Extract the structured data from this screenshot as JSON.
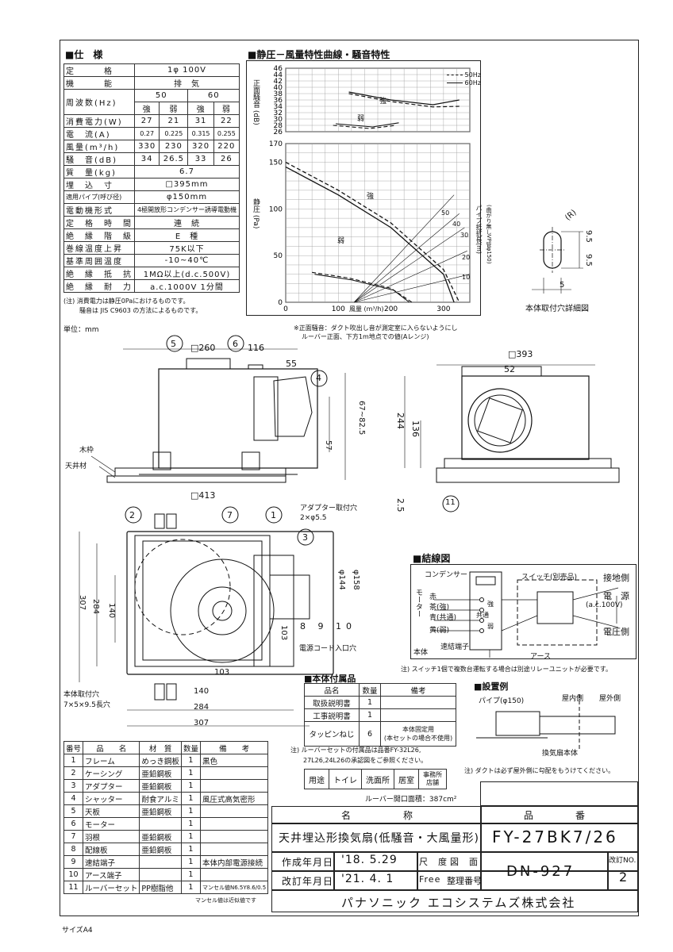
{
  "spec": {
    "title": "■仕　様",
    "rows": [
      {
        "label": "定　　　格",
        "value": "1φ 100V"
      },
      {
        "label": "機　　　能",
        "value": "排　気"
      },
      {
        "label": "周波数(Hz)",
        "v50": "50",
        "v60": "60"
      }
    ],
    "subheader": [
      "強",
      "弱",
      "強",
      "弱"
    ],
    "grid_rows": [
      {
        "label": "消費電力(W)",
        "values": [
          "27",
          "21",
          "31",
          "22"
        ]
      },
      {
        "label": "電　流(A)",
        "values": [
          "0.27",
          "0.225",
          "0.315",
          "0.255"
        ]
      },
      {
        "label": "風量(m³/h)",
        "values": [
          "330",
          "230",
          "320",
          "220"
        ]
      },
      {
        "label": "騒　音(dB)",
        "values": [
          "34",
          "26.5",
          "33",
          "26"
        ]
      }
    ],
    "wide_rows": [
      {
        "label": "質　量(kg)",
        "value": "6.7"
      },
      {
        "label": "埋　込　寸",
        "value": "□395mm"
      },
      {
        "label": "適用パイプ(呼び径)",
        "value": "φ150mm"
      },
      {
        "label": "電動機形式",
        "value": "4極開放形コンデンサー誘導電動機"
      },
      {
        "label": "定　格　時　間",
        "value": "連　続"
      },
      {
        "label": "絶　縁　階　級",
        "value": "E　種"
      },
      {
        "label": "巻線温度上昇",
        "value": "75K以下"
      },
      {
        "label": "基準周囲温度",
        "value": "-10~40℃"
      },
      {
        "label": "絶　縁　抵　抗",
        "value": "1MΩ以上(d.c.500V)"
      },
      {
        "label": "絶　縁　耐　力",
        "value": "a.c.1000V 1分間"
      }
    ],
    "note1": "(注) 消費電力は静圧0Paにおけるものです。",
    "note2": "騒音は JIS C9603 の方法によるものです。",
    "unit": "単位：mm"
  },
  "chart_title": "■静圧－風量特性曲線・騒音特性",
  "chart_data": [
    {
      "type": "line",
      "ylabel": "正面騒音 (dB)",
      "ylim": [
        26,
        46
      ],
      "yticks": [
        "46",
        "44",
        "42",
        "40",
        "38",
        "36",
        "34",
        "32",
        "30",
        "28",
        "26"
      ],
      "legend": [
        "50Hz",
        "60Hz"
      ],
      "labels": [
        "強",
        "弱"
      ],
      "series": [
        {
          "name": "50Hz",
          "x": [
            120,
            200,
            280,
            330
          ],
          "y": [
            38,
            35.5,
            33.8,
            34
          ]
        },
        {
          "name": "60Hz",
          "x": [
            120,
            200,
            280,
            330
          ],
          "y": [
            38.5,
            36,
            34.5,
            36
          ]
        }
      ]
    },
    {
      "type": "line",
      "xlabel": "風量 (m³/h)",
      "ylabel": "静圧 (Pa)",
      "xlim": [
        0,
        350
      ],
      "ylim": [
        0,
        170
      ],
      "xticks": [
        "0",
        "100",
        "200",
        "300"
      ],
      "yticks": [
        "170",
        "150",
        "100",
        "50",
        "0"
      ],
      "labels": [
        "強",
        "弱"
      ],
      "series": [
        {
          "name": "50Hz",
          "x": [
            0,
            100,
            200,
            300,
            330
          ],
          "y": [
            150,
            120,
            85,
            35,
            0
          ]
        },
        {
          "name": "60Hz",
          "x": [
            0,
            100,
            200,
            300,
            320
          ],
          "y": [
            145,
            115,
            80,
            30,
            0
          ]
        }
      ],
      "pipe_labels": [
        "50",
        "40",
        "30",
        "20",
        "10"
      ],
      "pipe_axis_label": "パイプ抵抗長(m)",
      "pipe_axis_sub": "(曲がり無しVP管φ150)"
    }
  ],
  "chart_note1": "※正面騒音：ダクト吹出し音が測定室に入らないようにし",
  "chart_note2": "ルーバー正面、下方1m地点での値(Aレンジ)",
  "detail": {
    "title": "本体取付穴詳細図",
    "dims": [
      "(R)",
      "9.5",
      "9.5",
      "5"
    ]
  },
  "dims": {
    "d260": "□260",
    "d116": "116",
    "d55": "55",
    "d57": "57",
    "d67": "67~82.5",
    "d413": "□413",
    "d393": "□393",
    "d52": "52",
    "d244": "244",
    "d136": "136",
    "d25": "2.5",
    "d307": "307",
    "d284": "284",
    "d140": "140",
    "d144": "φ144",
    "d158": "φ158",
    "d103": "103",
    "d103v": "103",
    "b140": "140",
    "b284": "284",
    "b307": "307"
  },
  "callouts": {
    "c5": "5",
    "c6": "6",
    "c4": "4",
    "c2": "2",
    "c7": "7",
    "c1": "1",
    "c3": "3",
    "c8": "8",
    "c9": "9",
    "c10": "10",
    "c11": "11"
  },
  "labels": {
    "mokuwaku": "木枠",
    "tenjouzai": "天井材",
    "adapter": "アダプター取付穴",
    "adapter2": "2×φ5.5",
    "power_cord": "電源コード入口穴",
    "mount_hole": "本体取付穴",
    "mount_hole2": "7×5×9.5長穴"
  },
  "wiring": {
    "title": "■結線図",
    "condenser": "コンデンサー",
    "switch": "スイッチ(別売品)",
    "ground_side": "接地側",
    "power": "電　源",
    "power_sub": "(a.c.100V)",
    "voltage_side": "電圧側",
    "motor": "モーター",
    "red": "赤",
    "brown": "茶(強)",
    "blue": "青(共通)",
    "yellow": "黄(弱)",
    "strong": "強",
    "common": "共通",
    "weak": "弱",
    "body": "本体",
    "terminal": "速結端子",
    "earth": "アース",
    "note": "注) スイッチ1個で複数台運転する場合は別途リレーユニットが必要です。"
  },
  "accessories": {
    "title": "■本体付属品",
    "headers": [
      "品名",
      "数量",
      "備考"
    ],
    "rows": [
      [
        "取扱説明書",
        "1",
        ""
      ],
      [
        "工事説明書",
        "1",
        ""
      ],
      [
        "タッピンねじ",
        "6",
        "本体固定用\n(本セットの場合不使用)"
      ]
    ],
    "note1": "注) ルーバーセットの付属品は品番FY-32L26,",
    "note2": "27L26,24L26の承認図をご参照ください。"
  },
  "usage": {
    "labels": [
      "用途",
      "トイレ",
      "洗面所",
      "居室",
      "事務所\n店舗"
    ],
    "area": "ルーバー開口面積：387cm²"
  },
  "install": {
    "title": "■設置例",
    "pipe": "パイプ(φ150)",
    "indoor": "屋内側",
    "outdoor": "屋外側",
    "body": "換気扇本体",
    "note": "注) ダクトは必ず屋外側に勾配をもうけてください。"
  },
  "parts": {
    "headers": [
      "番号",
      "品　　名",
      "材　質",
      "数量",
      "備　　考"
    ],
    "rows": [
      [
        "1",
        "フレーム",
        "めっき鋼板",
        "1",
        "黒色"
      ],
      [
        "2",
        "ケーシング",
        "亜鉛鋼板",
        "1",
        ""
      ],
      [
        "3",
        "アダプター",
        "亜鉛鋼板",
        "1",
        ""
      ],
      [
        "4",
        "シャッター",
        "耐食アルミ",
        "1",
        "風圧式高気密形"
      ],
      [
        "5",
        "天板",
        "亜鉛鋼板",
        "1",
        ""
      ],
      [
        "6",
        "モーター",
        "",
        "1",
        ""
      ],
      [
        "7",
        "羽根",
        "亜鉛鋼板",
        "1",
        ""
      ],
      [
        "8",
        "配線板",
        "亜鉛鋼板",
        "1",
        ""
      ],
      [
        "9",
        "速結端子",
        "",
        "1",
        "本体内部電源接続"
      ],
      [
        "10",
        "アース端子",
        "",
        "1",
        ""
      ],
      [
        "11",
        "ルーバーセット",
        "PP樹脂他",
        "1",
        "マンセル値N6.5Y8.6/0.5"
      ]
    ],
    "footnote": "マンセル値は近似値です"
  },
  "title_block": {
    "name_label": "名　　　　　称",
    "number_label": "品　　　　番",
    "name": "天井埋込形換気扇(低騒音・大風量形)",
    "number": "FY-27BK7/26",
    "created_label": "作成年月日",
    "created": "'18. 5.29",
    "scale_label": "尺　度",
    "scale_val": "図　面",
    "revised_label": "改訂年月日",
    "revised": "'21. 4. 1",
    "free": "Free",
    "ref_label": "整理番号",
    "drawing_no": "DN-927",
    "rev_label": "改訂NO.",
    "rev": "2",
    "company": "パナソニック エコシステムズ株式会社"
  },
  "size_label": "サイズA4"
}
